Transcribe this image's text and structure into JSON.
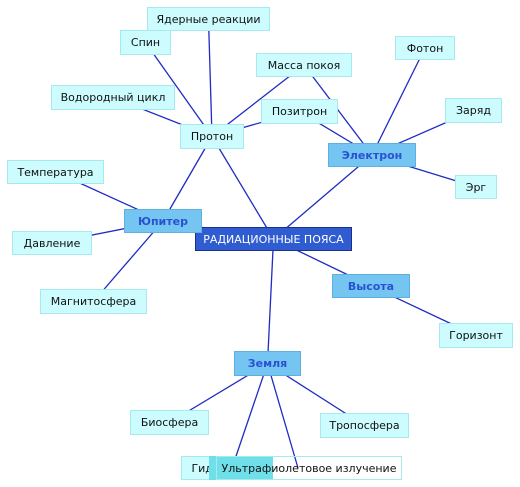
{
  "colors": {
    "line": "#1f2bc4",
    "root_fill": "#2f5cd0",
    "hub_fill": "#74c5f1",
    "hub_text": "#2a52d0",
    "leaf_fill": "#ccfcfe"
  },
  "nodes": {
    "root": {
      "label": "РАДИАЦИОННЫЕ ПОЯСА"
    },
    "proton": {
      "label": "Протон"
    },
    "electron": {
      "label": "Электрон"
    },
    "jupiter": {
      "label": "Юпитер"
    },
    "vysota": {
      "label": "Высота"
    },
    "zemlya": {
      "label": "Земля"
    },
    "yadernye_reaktsii": {
      "label": "Ядерные реакции"
    },
    "spin": {
      "label": "Спин"
    },
    "vodorodny_tsikl": {
      "label": "Водородный цикл"
    },
    "massa_pokoya": {
      "label": "Масса покоя"
    },
    "pozitron": {
      "label": "Позитрон"
    },
    "foton": {
      "label": "Фотон"
    },
    "zaryad": {
      "label": "Заряд"
    },
    "erg": {
      "label": "Эрг"
    },
    "temperatura": {
      "label": "Температура"
    },
    "davlenie": {
      "label": "Давление"
    },
    "magnitosfera": {
      "label": "Магнитосфера"
    },
    "gorizont": {
      "label": "Горизонт"
    },
    "biosfera": {
      "label": "Биосфера"
    },
    "troposfera": {
      "label": "Тропосфера"
    },
    "gidrosfera": {
      "label": "Гидросфера"
    },
    "uf_izluchenie": {
      "label": "Ультрафиолетовое излучение"
    }
  }
}
